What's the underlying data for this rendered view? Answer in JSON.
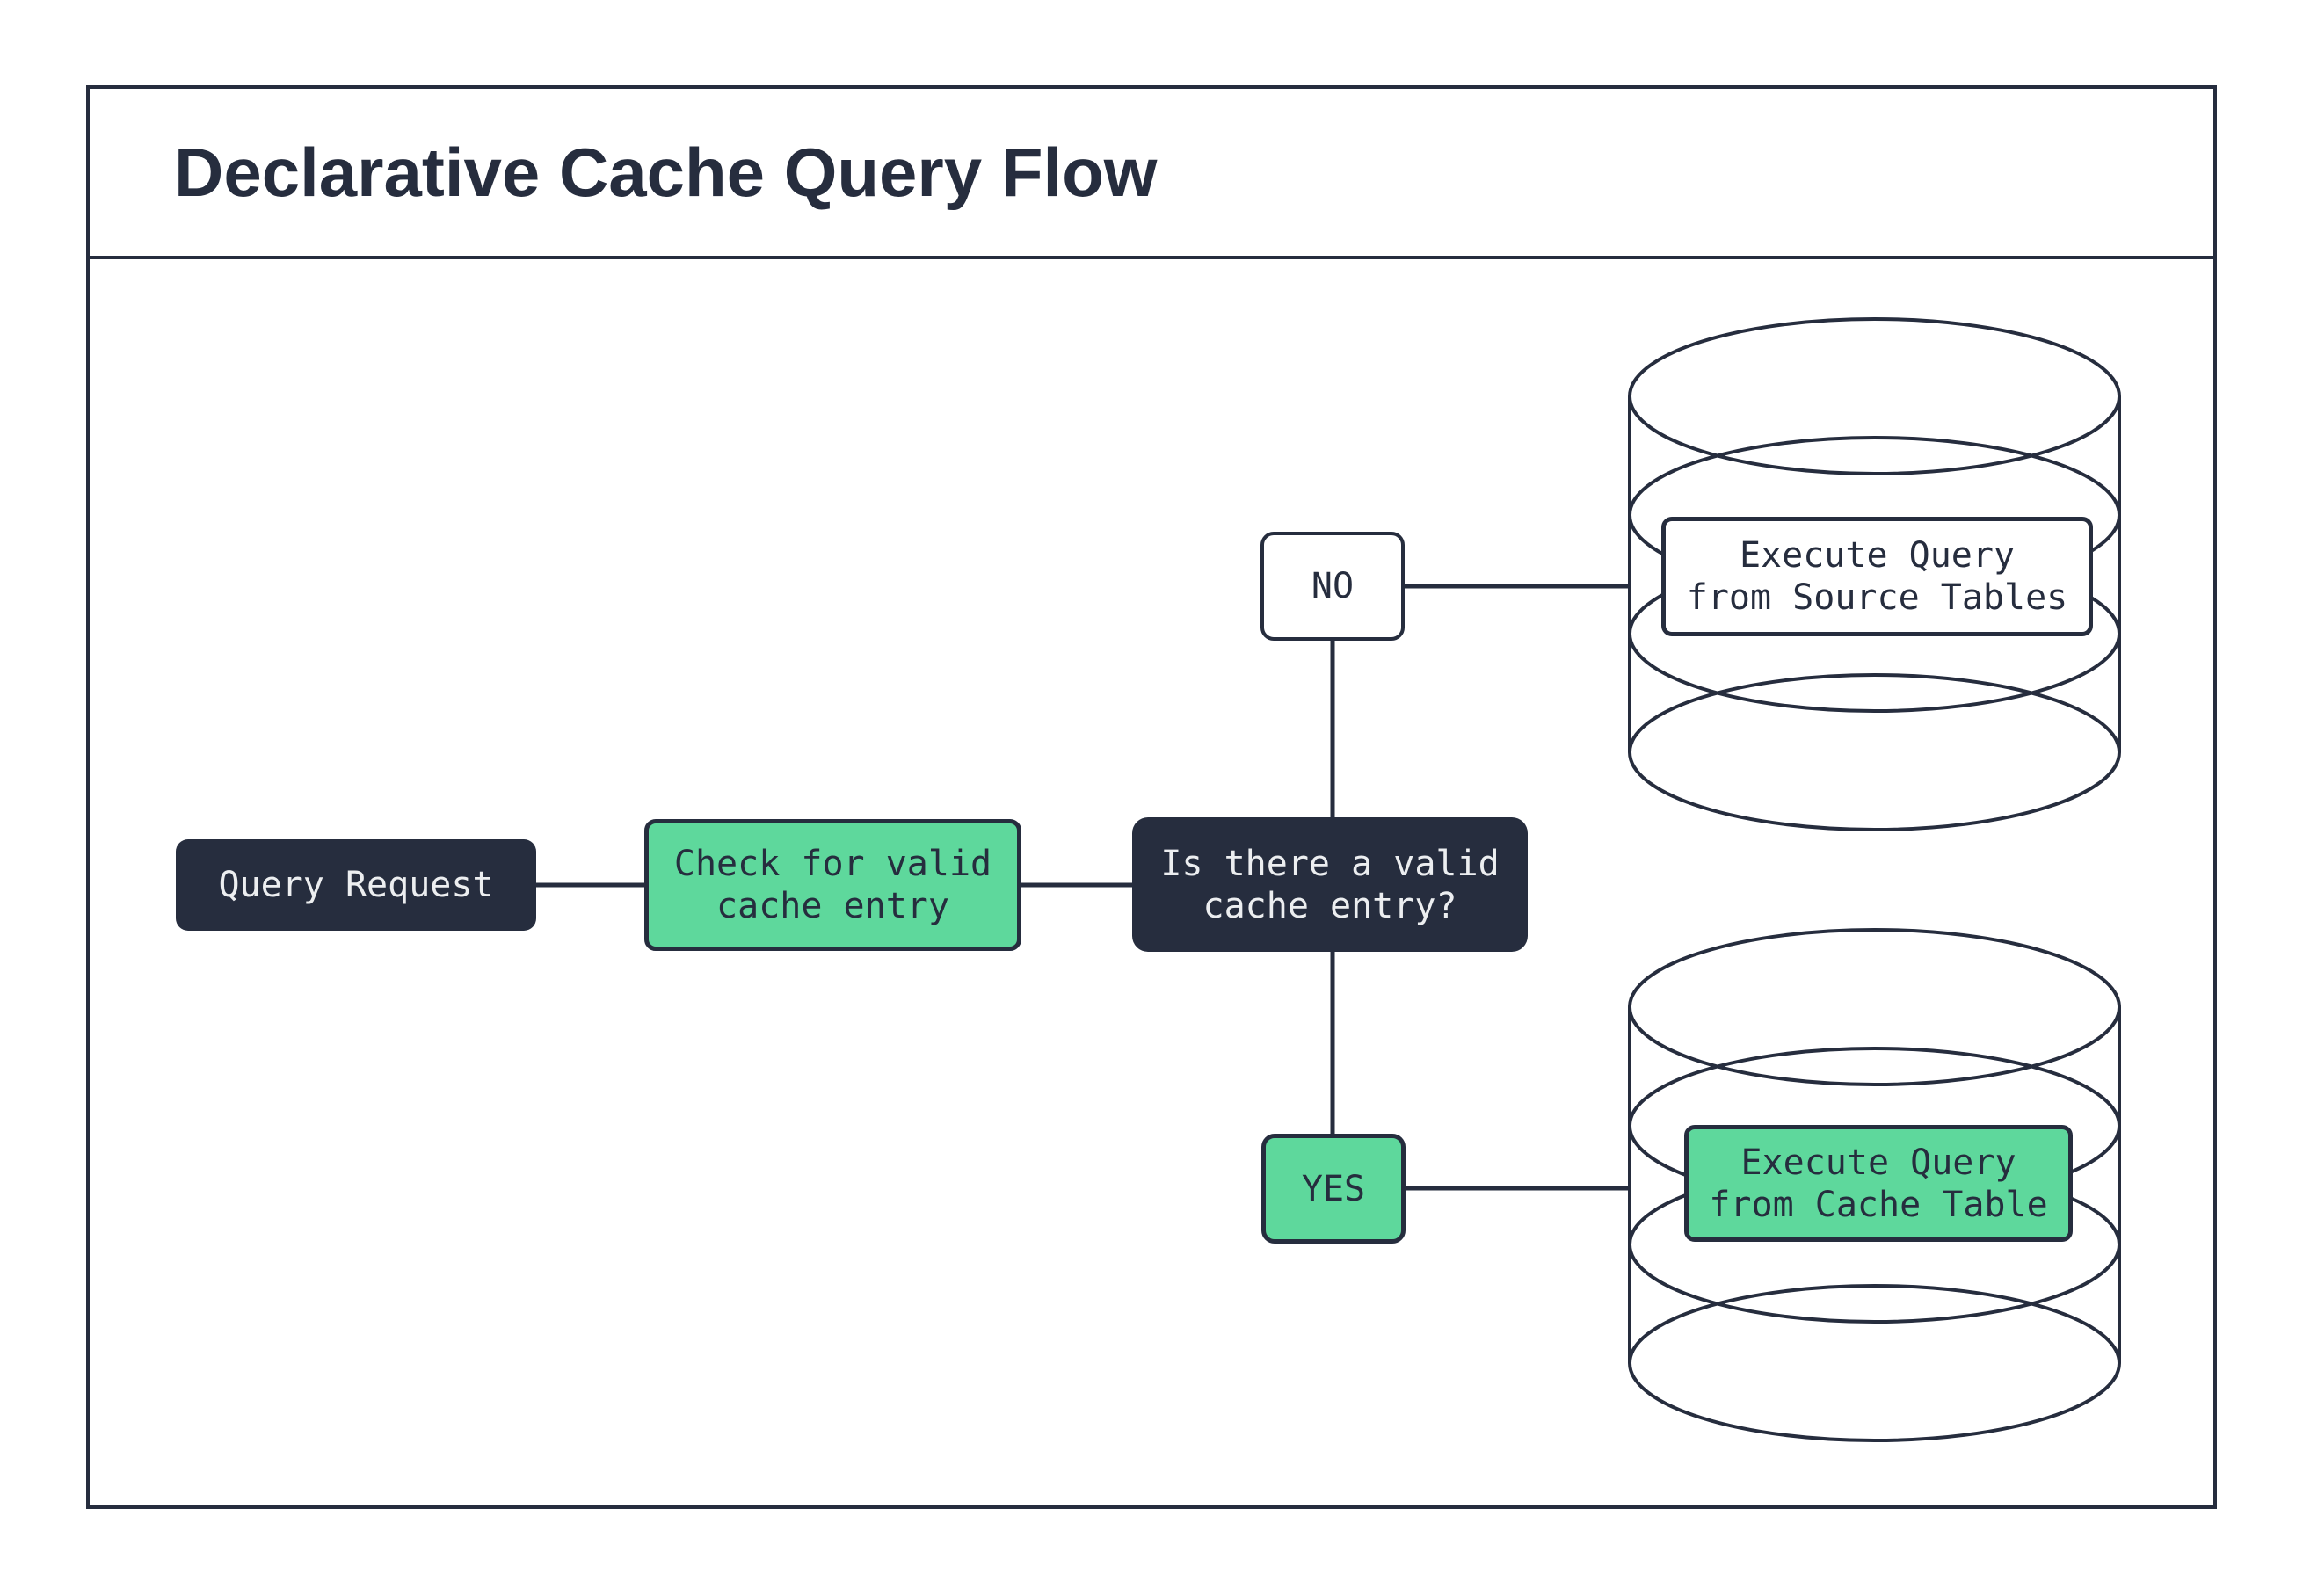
{
  "title": "Declarative Cache Query Flow",
  "nodes": {
    "query_request": {
      "label": "Query Request"
    },
    "check_cache": {
      "line1": "Check for valid",
      "line2": "cache entry"
    },
    "decision": {
      "line1": "Is there a valid",
      "line2": "cache entry?"
    },
    "no_branch": {
      "label": "NO"
    },
    "yes_branch": {
      "label": "YES"
    },
    "execute_source": {
      "line1": "Execute Query",
      "line2": "from Source Tables"
    },
    "execute_cache": {
      "line1": "Execute Query",
      "line2": "from Cache Table"
    }
  },
  "colors": {
    "ink": "#262d3e",
    "accent_green": "#5ed89c",
    "paper": "#ffffff",
    "text_on_dark": "#eceef0"
  }
}
